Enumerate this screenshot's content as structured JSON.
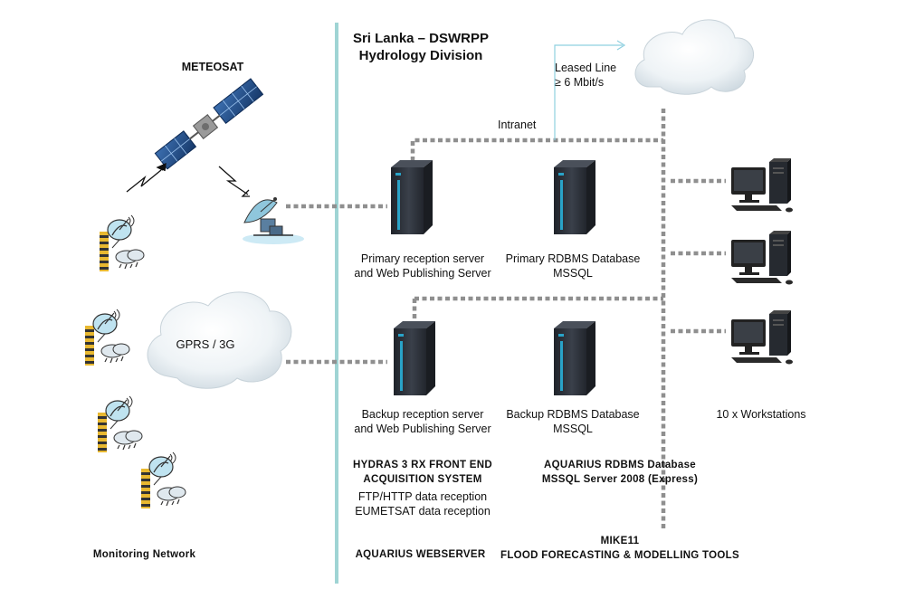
{
  "title": {
    "line1": "Sri Lanka – DSWRPP",
    "line2": "Hydrology Division"
  },
  "satellite": {
    "label": "METEOSAT",
    "icon": "satellite-icon"
  },
  "cloud_gprs": {
    "label": "GPRS / 3G",
    "icon": "cloud-icon"
  },
  "cloud_external": {
    "icon": "cloud-icon"
  },
  "leased_line": {
    "line1": "Leased Line",
    "line2": "≥ 6 Mbit/s"
  },
  "intranet_label": "Intranet",
  "servers": {
    "primary_reception": {
      "line1": "Primary reception server",
      "line2": "and Web Publishing Server"
    },
    "primary_db": {
      "line1": "Primary RDBMS Database",
      "line2": "MSSQL"
    },
    "backup_reception": {
      "line1": "Backup reception server",
      "line2": "and Web Publishing Server"
    },
    "backup_db": {
      "line1": "Backup RDBMS Database",
      "line2": "MSSQL"
    }
  },
  "hydras": {
    "line1": "HYDRAS  3 RX FRONT  END",
    "line2": "ACQUISITION  SYSTEM",
    "line3": "FTP/HTTP  data reception",
    "line4": "EUMETSAT data reception"
  },
  "aquarius_db": {
    "line1": "AQUARIUS  RDBMS  Database",
    "line2": "MSSQL Server 2008 (Express)"
  },
  "workstations_label": "10 x Workstations",
  "monitoring_label": "Monitoring Network",
  "aquarius_webserver": "AQUARIUS  WEBSERVER",
  "mike11": {
    "line1": "MIKE11",
    "line2": "FLOOD  FORECASTING   &  MODELLING  TOOLS"
  },
  "colors": {
    "divider": "#9fd4d4",
    "dotted": "#8f8f8f",
    "server_body": "#2b3038",
    "server_accent": "#29a3c8",
    "sky_blue": "#bfe3f0",
    "ruler_yellow": "#e8b830"
  }
}
